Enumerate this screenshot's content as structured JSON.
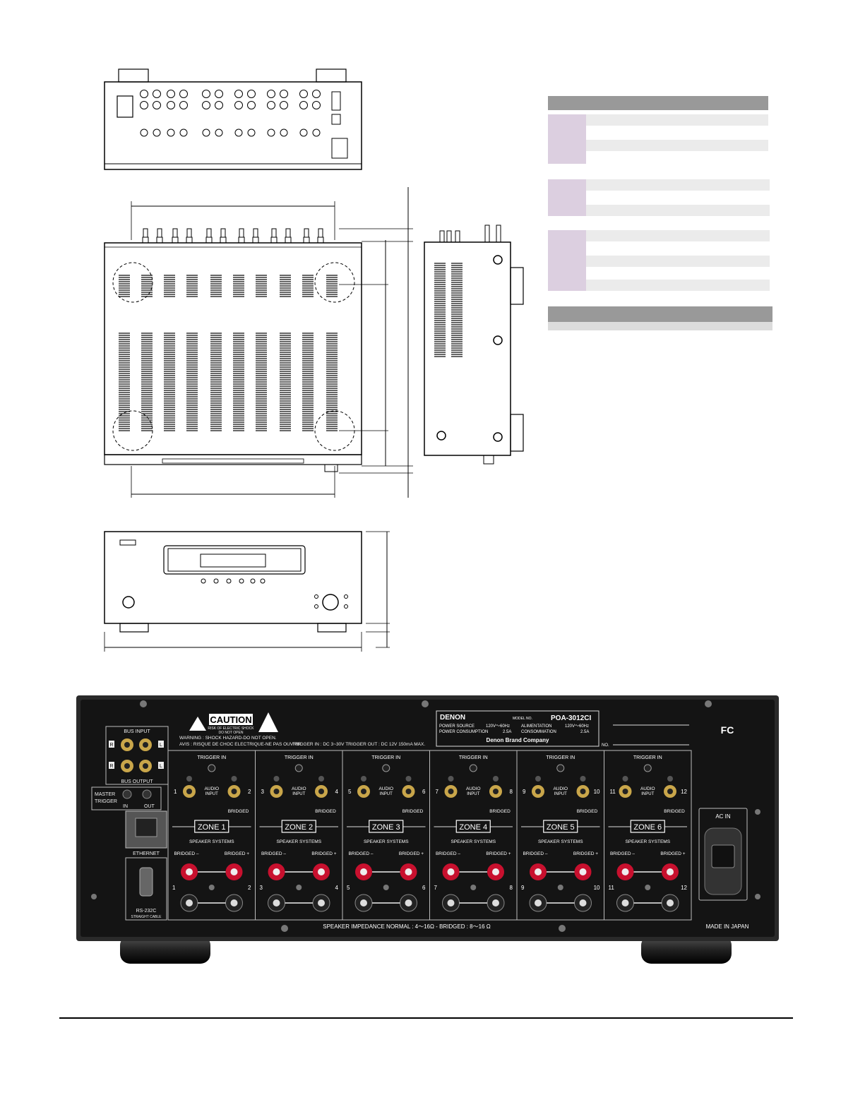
{
  "rear_panel": {
    "bus_input": "BUS INPUT",
    "bus_output": "BUS OUTPUT",
    "channel_r": "R",
    "channel_l": "L",
    "master_trigger": "MASTER\nTRIGGER",
    "in_label": "IN",
    "out_label": "OUT",
    "ethernet": "ETHERNET",
    "rs232c": "RS-232C",
    "straight_cable": "STRAIGHT CABLE",
    "caution": "CAUTION",
    "caution_sub1": "RISK OF ELECTRIC SHOCK",
    "caution_sub2": "DO NOT OPEN",
    "warning": "WARNING : SHOCK HAZARD-DO NOT OPEN.",
    "avis": "AVIS : RISQUE DE CHOC ELECTRIQUE-NE PAS OUVRIR.",
    "trigger_spec": "TRIGGER IN : DC 3~30V   TRIGGER OUT : DC 12V 150mA MAX.",
    "brand": "DENON",
    "model_no_label": "MODEL NO.",
    "model": "POA-3012CI",
    "power_source": "POWER SOURCE",
    "power_source_val": "120V～60Hz",
    "alimentation": "ALIMENTATION",
    "alimentation_val": "120V～60Hz",
    "power_consumption": "POWER CONSUMPTION",
    "power_consumption_val": "2.5A",
    "consommation": "CONSOMMATION",
    "consommation_val": "2.5A",
    "company": "Denon Brand Company",
    "no_label": "NO.",
    "fcc": "FC",
    "ac_in": "AC IN",
    "made_in": "MADE IN JAPAN",
    "impedance": "SPEAKER IMPEDANCE  NORMAL : 4～16Ω  -  BRIDGED : 8～16 Ω",
    "trigger_in": "TRIGGER IN",
    "audio_input": "AUDIO\nINPUT",
    "bridged": "BRIDGED",
    "speaker_systems": "SPEAKER SYSTEMS",
    "bridged_minus": "BRIDGED –",
    "bridged_plus": "BRIDGED +",
    "zones": [
      {
        "label": "ZONE 1",
        "left": "1",
        "right": "2"
      },
      {
        "label": "ZONE 2",
        "left": "3",
        "right": "4"
      },
      {
        "label": "ZONE 3",
        "left": "5",
        "right": "6"
      },
      {
        "label": "ZONE 4",
        "left": "7",
        "right": "8"
      },
      {
        "label": "ZONE 5",
        "left": "9",
        "right": "10"
      },
      {
        "label": "ZONE 6",
        "left": "11",
        "right": "12"
      }
    ]
  },
  "colors": {
    "table_header": "#999999",
    "table_group": "#dccfe0",
    "table_row": "#ebebeb",
    "panel_bg": "#1a1a1a",
    "terminal_red": "#c8102e"
  }
}
